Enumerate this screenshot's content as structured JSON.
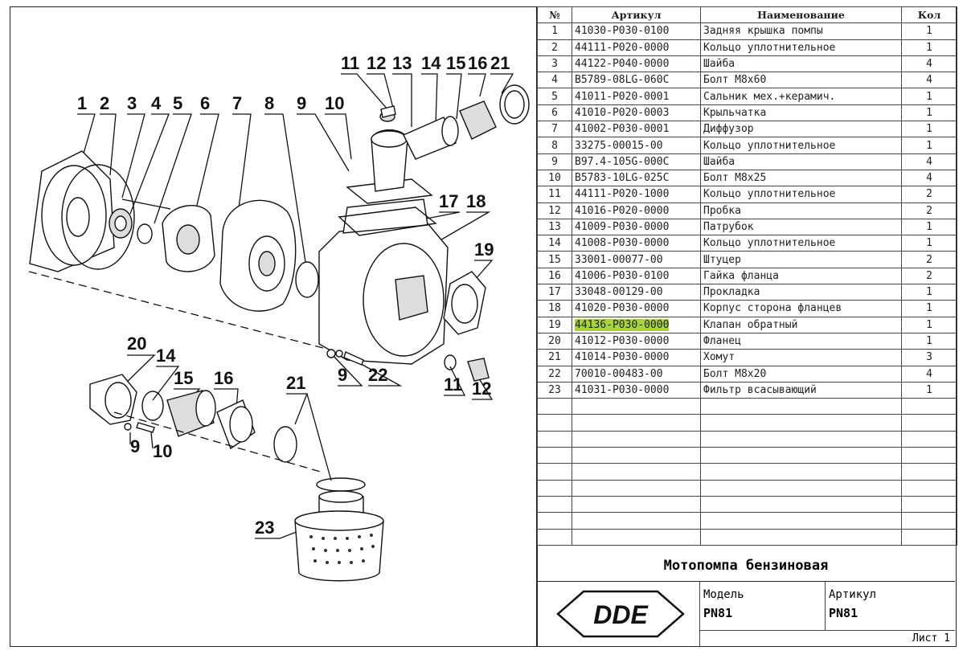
{
  "table": {
    "headers": {
      "num": "№",
      "article": "Артикул",
      "name": "Наименование",
      "qty": "Кол"
    },
    "rows": [
      {
        "num": "1",
        "article": "41030-P030-0100",
        "name": "Задняя крышка помпы",
        "qty": "1"
      },
      {
        "num": "2",
        "article": "44111-P020-0000",
        "name": "Кольцо уплотнительное",
        "qty": "1"
      },
      {
        "num": "3",
        "article": "44122-P040-0000",
        "name": "Шайба",
        "qty": "4"
      },
      {
        "num": "4",
        "article": "B5789-08LG-060C",
        "name": "Болт M8x60",
        "qty": "4"
      },
      {
        "num": "5",
        "article": "41011-P020-0001",
        "name": "Сальник мех.+керамич.",
        "qty": "1"
      },
      {
        "num": "6",
        "article": "41010-P020-0003",
        "name": "Крыльчатка",
        "qty": "1"
      },
      {
        "num": "7",
        "article": "41002-P030-0001",
        "name": "Диффузор",
        "qty": "1"
      },
      {
        "num": "8",
        "article": "33275-00015-00",
        "name": "Кольцо уплотнительное",
        "qty": "1"
      },
      {
        "num": "9",
        "article": "B97.4-105G-000C",
        "name": "Шайба",
        "qty": "4"
      },
      {
        "num": "10",
        "article": "B5783-10LG-025C",
        "name": "Болт M8x25",
        "qty": "4"
      },
      {
        "num": "11",
        "article": "44111-P020-1000",
        "name": "Кольцо уплотнительное",
        "qty": "2"
      },
      {
        "num": "12",
        "article": "41016-P020-0000",
        "name": "Пробка",
        "qty": "2"
      },
      {
        "num": "13",
        "article": "41009-P030-0000",
        "name": "Патрубок",
        "qty": "1"
      },
      {
        "num": "14",
        "article": "41008-P030-0000",
        "name": "Кольцо уплотнительное",
        "qty": "1"
      },
      {
        "num": "15",
        "article": "33001-00077-00",
        "name": "Штуцер",
        "qty": "2"
      },
      {
        "num": "16",
        "article": "41006-P030-0100",
        "name": "Гайка фланца",
        "qty": "2"
      },
      {
        "num": "17",
        "article": "33048-00129-00",
        "name": "Прокладка",
        "qty": "1"
      },
      {
        "num": "18",
        "article": "41020-P030-0000",
        "name": "Корпус сторона фланцев",
        "qty": "1"
      },
      {
        "num": "19",
        "article": "44136-P030-0000",
        "name": "Клапан обратный",
        "qty": "1",
        "highlight": true
      },
      {
        "num": "20",
        "article": "41012-P030-0000",
        "name": "Фланец",
        "qty": "1"
      },
      {
        "num": "21",
        "article": "41014-P030-0000",
        "name": "Хомут",
        "qty": "3"
      },
      {
        "num": "22",
        "article": "70010-00483-00",
        "name": "Болт M8x20",
        "qty": "4"
      },
      {
        "num": "23",
        "article": "41031-P030-0000",
        "name": "Фильтр всасывающий",
        "qty": "1"
      }
    ],
    "empty_rows": 9
  },
  "title_block": {
    "title": "Мотопомпа бензиновая",
    "logo_text": "DDE",
    "model_label": "Модель",
    "model_value": "PN81",
    "article_label": "Артикул",
    "article_value": "PN81",
    "sheet_label": "Лист 1"
  },
  "callouts": {
    "top": [
      "11",
      "12",
      "13",
      "14",
      "15",
      "16",
      "21"
    ],
    "left": [
      "1",
      "2",
      "3",
      "4",
      "5",
      "6",
      "7",
      "8",
      "9",
      "10"
    ],
    "right": [
      "17",
      "18",
      "19"
    ],
    "bottom": [
      "9",
      "22",
      "11",
      "12"
    ],
    "lower_left": [
      "20",
      "14",
      "15",
      "16",
      "9",
      "10",
      "21",
      "23"
    ]
  },
  "colors": {
    "highlight": "#a8d43a",
    "ink": "#111111"
  }
}
